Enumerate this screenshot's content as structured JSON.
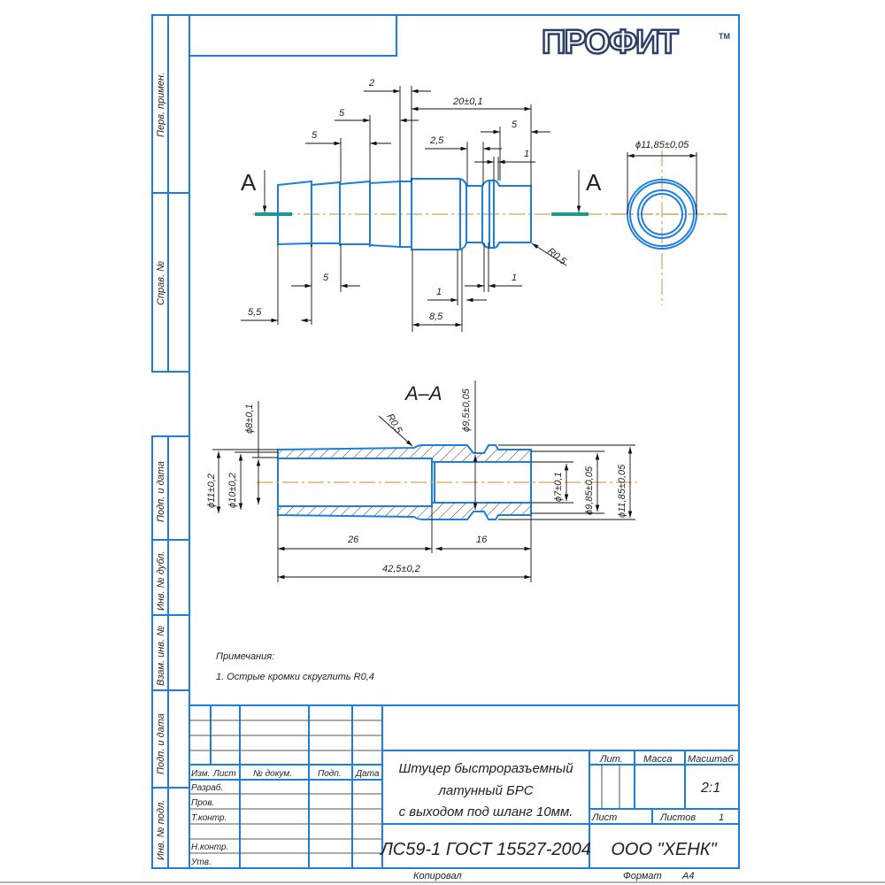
{
  "side_stamp": [
    "Перв. примен.",
    "Справ. №",
    "Подп. и дата",
    "Инв. № дубл.",
    "Взам. инв. №",
    "Подп. и дата",
    "Инв. № подл."
  ],
  "logo": {
    "text": "ПРОФИТ",
    "tm": "TM"
  },
  "top_view": {
    "section_mark_left": "A",
    "section_mark_right": "A",
    "dims": [
      "2",
      "5",
      "5",
      "20±0,1",
      "5",
      "2,5",
      "1",
      "5",
      "5,5",
      "1",
      "1",
      "8,5",
      "R0,5"
    ],
    "end_view_dim": "ϕ11,85±0,05"
  },
  "section_view": {
    "title": "A–A",
    "dims": [
      "ϕ8±0,1",
      "R0,5",
      "ϕ9,5±0,05",
      "ϕ11±0,2",
      "ϕ10±0,2",
      "ϕ7±0,1",
      "ϕ9,85±0,05",
      "ϕ11,85±0,05",
      "26",
      "16",
      "42,5±0,2"
    ]
  },
  "notes": {
    "heading": "Примечания:",
    "items": [
      "1. Острые кромки скруглить R0,4"
    ]
  },
  "title_block": {
    "headers": [
      "Изм.",
      "Лист",
      "№ докум.",
      "Подп.",
      "Дата"
    ],
    "roles": [
      "Разраб.",
      "Пров.",
      "Т.контр.",
      "Н.контр.",
      "Утв."
    ],
    "title_lines": [
      "Штуцер быстроразъемный",
      "латунный БРС",
      "с выходом под шланг 10мм."
    ],
    "lit_label": "Лит.",
    "mass_label": "Масса",
    "scale_label": "Масштаб",
    "scale_value": "2:1",
    "sheet_label": "Лист",
    "sheets_label": "Листов",
    "sheets_value": "1",
    "designation": "ЛС59-1 ГОСТ 15527-2004",
    "company": "ООО \"ХЕНК\""
  },
  "footer": {
    "copied": "Копировал",
    "format_label": "Формат",
    "format_value": "A4"
  }
}
